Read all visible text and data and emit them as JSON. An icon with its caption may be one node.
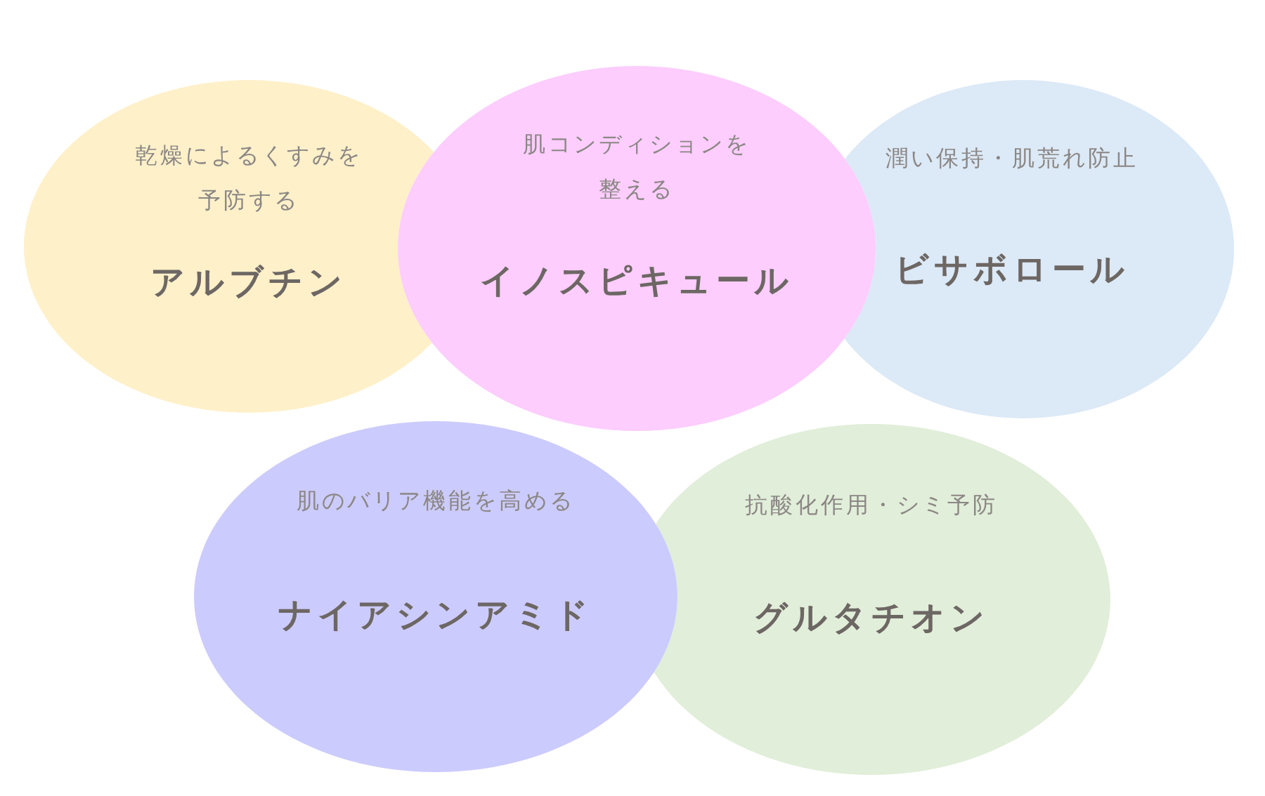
{
  "diagram": {
    "nodes": [
      {
        "text": [
          "乾燥によるくすみを予防する",
          "アルブチン"
        ]
      },
      {
        "text": [
          "肌コンディションを整える",
          "イノスピキュール"
        ]
      },
      {
        "text": [
          "潤い保持・肌荒れ防止",
          "ビサボロール"
        ]
      },
      {
        "text": [
          "肌のバリア機能を高める",
          "ナイアシンアミド"
        ]
      },
      {
        "text": [
          "抗酸化作用・シミ予防",
          "グルタチオン"
        ]
      }
    ]
  }
}
